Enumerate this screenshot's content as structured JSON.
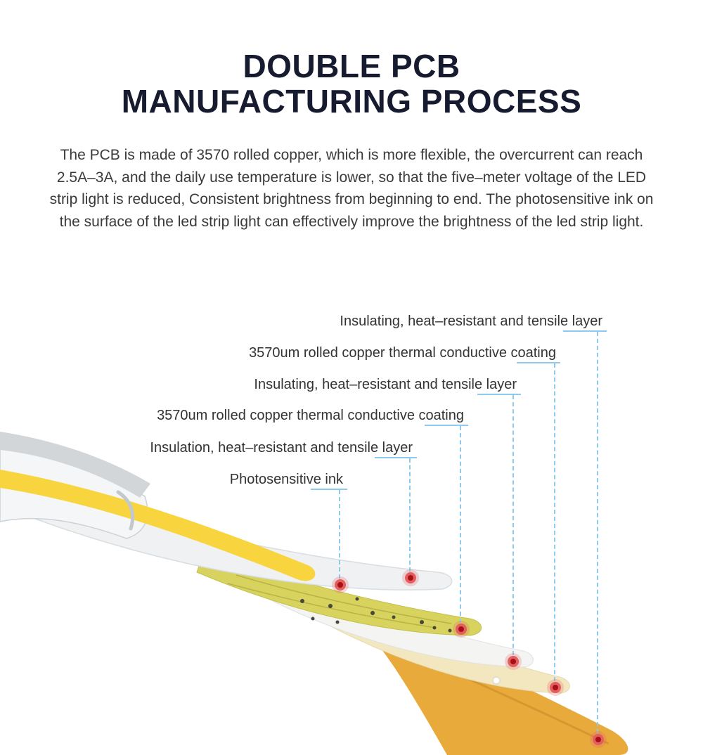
{
  "page": {
    "title_line1": "DOUBLE PCB",
    "title_line2": "MANUFACTURING PROCESS",
    "description": "The PCB is made of 3570 rolled copper, which is more flexible, the overcurrent can reach 2.5A–3A, and the daily use temperature is lower, so that the five–meter voltage of the LED strip light is reduced, Consistent brightness from beginning to end. The photosensitive ink on the surface of the led strip light can effectively improve the brightness of the led strip light."
  },
  "diagram": {
    "labels": [
      {
        "text": "Insulating, heat–resistant and tensile layer"
      },
      {
        "text": "3570um rolled copper thermal conductive coating"
      },
      {
        "text": "Insulating, heat–resistant and tensile layer"
      },
      {
        "text": "3570um rolled copper thermal conductive coating"
      },
      {
        "text": "Insulation, heat–resistant and tensile layer"
      },
      {
        "text": "Photosensitive ink"
      }
    ],
    "colors": {
      "title_text": "#171b30",
      "body_text": "#3a3a3a",
      "leader_line": "#8ec9ee",
      "marker_outer": "#e35f5f",
      "marker_inner": "#a80f16",
      "led_stripe": "#f8d53f",
      "pcb_layer": "#d7d35e",
      "copper_layer": "#e9aa3c",
      "insulation_layer": "#eff1f3"
    }
  }
}
